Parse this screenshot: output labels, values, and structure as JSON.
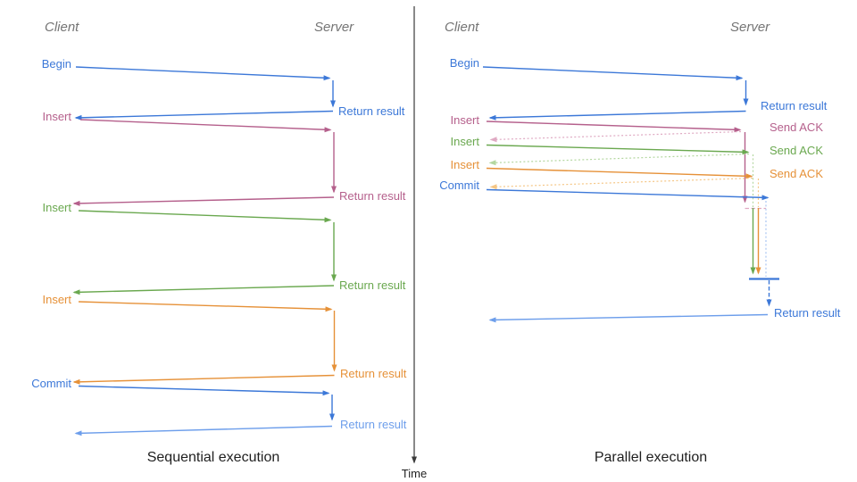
{
  "left_panel": {
    "client_heading": "Client",
    "server_heading": "Server",
    "caption": "Sequential execution",
    "operations": [
      {
        "request": "Begin",
        "response": "Return result",
        "color": "#3c78d8"
      },
      {
        "request": "Insert",
        "response": "Return result",
        "color": "#b5608c"
      },
      {
        "request": "Insert",
        "response": "Return result",
        "color": "#6aa84f"
      },
      {
        "request": "Insert",
        "response": "Return result",
        "color": "#e69138"
      },
      {
        "request": "Commit",
        "response": "Return result",
        "color": "#3c78d8"
      }
    ]
  },
  "right_panel": {
    "client_heading": "Client",
    "server_heading": "Server",
    "caption": "Parallel execution",
    "operations": [
      {
        "request": "Begin",
        "response": "Return result",
        "color": "#3c78d8"
      },
      {
        "request": "Insert",
        "response": "Send ACK",
        "color": "#b5608c"
      },
      {
        "request": "Insert",
        "response": "Send ACK",
        "color": "#6aa84f"
      },
      {
        "request": "Insert",
        "response": "Send ACK",
        "color": "#e69138"
      },
      {
        "request": "Commit",
        "response": "Return result",
        "color": "#3c78d8"
      }
    ]
  },
  "time_axis": {
    "label": "Time"
  },
  "colors": {
    "blue": "#3c78d8",
    "light_blue": "#6d9eeb",
    "magenta": "#b5608c",
    "light_magenta": "#dfa9c2",
    "green": "#6aa84f",
    "light_green": "#b4d7a0",
    "orange": "#e69138",
    "light_orange": "#f5c685",
    "axis": "#3a3a3a",
    "heading_gray": "#757575",
    "caption_text": "#1f1f1f"
  }
}
